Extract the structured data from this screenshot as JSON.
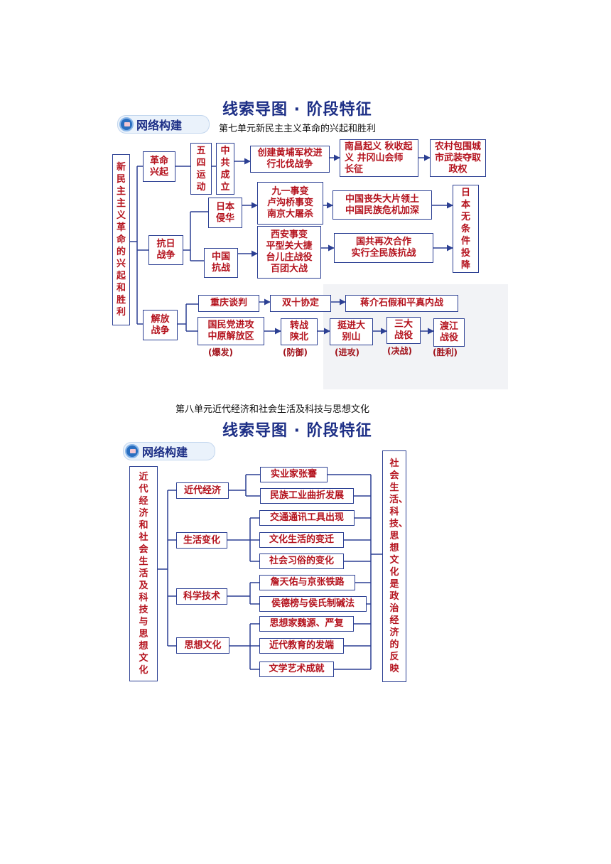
{
  "d1": {
    "banner": "线索导图 · 阶段特征",
    "badge": "网络构建",
    "caption": "第七单元新民主主义革命的兴起和胜利",
    "root": "新民主主义革命的兴起和胜利",
    "geming": "革命兴起",
    "wusi": "五四运动",
    "zhonggong": "中共成立",
    "huangpu": "创建黄埔军校进行北伐战争",
    "nanchang": "南昌起义 秋收起义 井冈山会师 长征",
    "nongcun": "农村包围城市武装夺取政权",
    "kangri": "抗日战争",
    "riben_qinhua": "日本侵华",
    "jiuyiba": "九一事变\n卢沟桥事变\n南京大屠杀",
    "sangshi": "中国丧失大片领土\n中国民族危机加深",
    "zhongguo_kz": "中国抗战",
    "xian": "西安事变\n平型关大捷\n台儿庄战役\n百团大战",
    "guogong": "国共再次合作\n实行全民族抗战",
    "touxiang": "日本无条件投降",
    "jiefang": "解放战争",
    "chongqing": "重庆谈判",
    "shuangshi": "双十协定",
    "jiang": "蒋介石假和平真内战",
    "guomin": "国民党进攻\n中原解放区",
    "zhuanzhan": "转战陕北",
    "tingjin": "挺进大别山",
    "sanda": "三大战役",
    "dujiang": "渡江战役",
    "stages": [
      "(爆发)",
      "(防御)",
      "(进攻)",
      "(决战)",
      "(胜利)"
    ]
  },
  "d2": {
    "caption": "第八单元近代经济和社会生活及科技与思想文化",
    "banner": "线索导图 · 阶段特征",
    "badge": "网络构建",
    "root": "近代经济和社会生活及科技与思想文化",
    "cat_jingji": "近代经济",
    "cat_shenghuo": "生活变化",
    "cat_keji": "科学技术",
    "cat_sixiang": "思想文化",
    "items": [
      "实业家张謇",
      "民族工业曲折发展",
      "交通通讯工具出现",
      "文化生活的变迁",
      "社会习俗的变化",
      "詹天佑与京张铁路",
      "侯德榜与侯氏制碱法",
      "思想家魏源、严复",
      "近代教育的发端",
      "文学艺术成就"
    ],
    "right": "社会生活、科技、思想文化是政治经济的反映"
  },
  "colors": {
    "border": "#2b3f93",
    "text": "#b4121d",
    "banner": "#1d2f86"
  }
}
